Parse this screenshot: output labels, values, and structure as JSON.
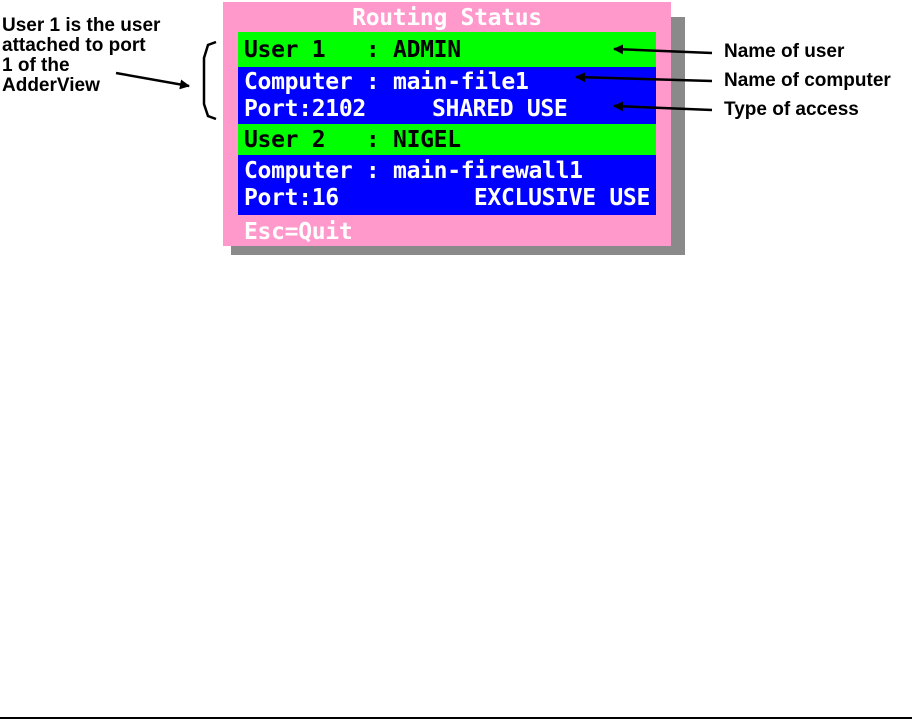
{
  "window": {
    "title": "Routing Status",
    "footer": "Esc=Quit",
    "colors": {
      "frame": "#ff99cc",
      "user_bar": "#00ff00",
      "detail_bar": "#0000ff",
      "shadow": "#8a8a8a"
    }
  },
  "entries": [
    {
      "user_line": "User 1   : ADMIN",
      "computer_line": "Computer : main-file1",
      "port": "Port:2102",
      "access": "SHARED USE"
    },
    {
      "user_line": "User 2   : NIGEL",
      "computer_line": "Computer : main-firewall1",
      "port": "Port:16",
      "access": "EXCLUSIVE USE"
    }
  ],
  "annotations": {
    "left_note": "User 1 is the user\nattached to port\n1 of the\nAdderView",
    "name_of_user": "Name of user",
    "name_of_computer": "Name of computer",
    "type_of_access": "Type of access"
  }
}
